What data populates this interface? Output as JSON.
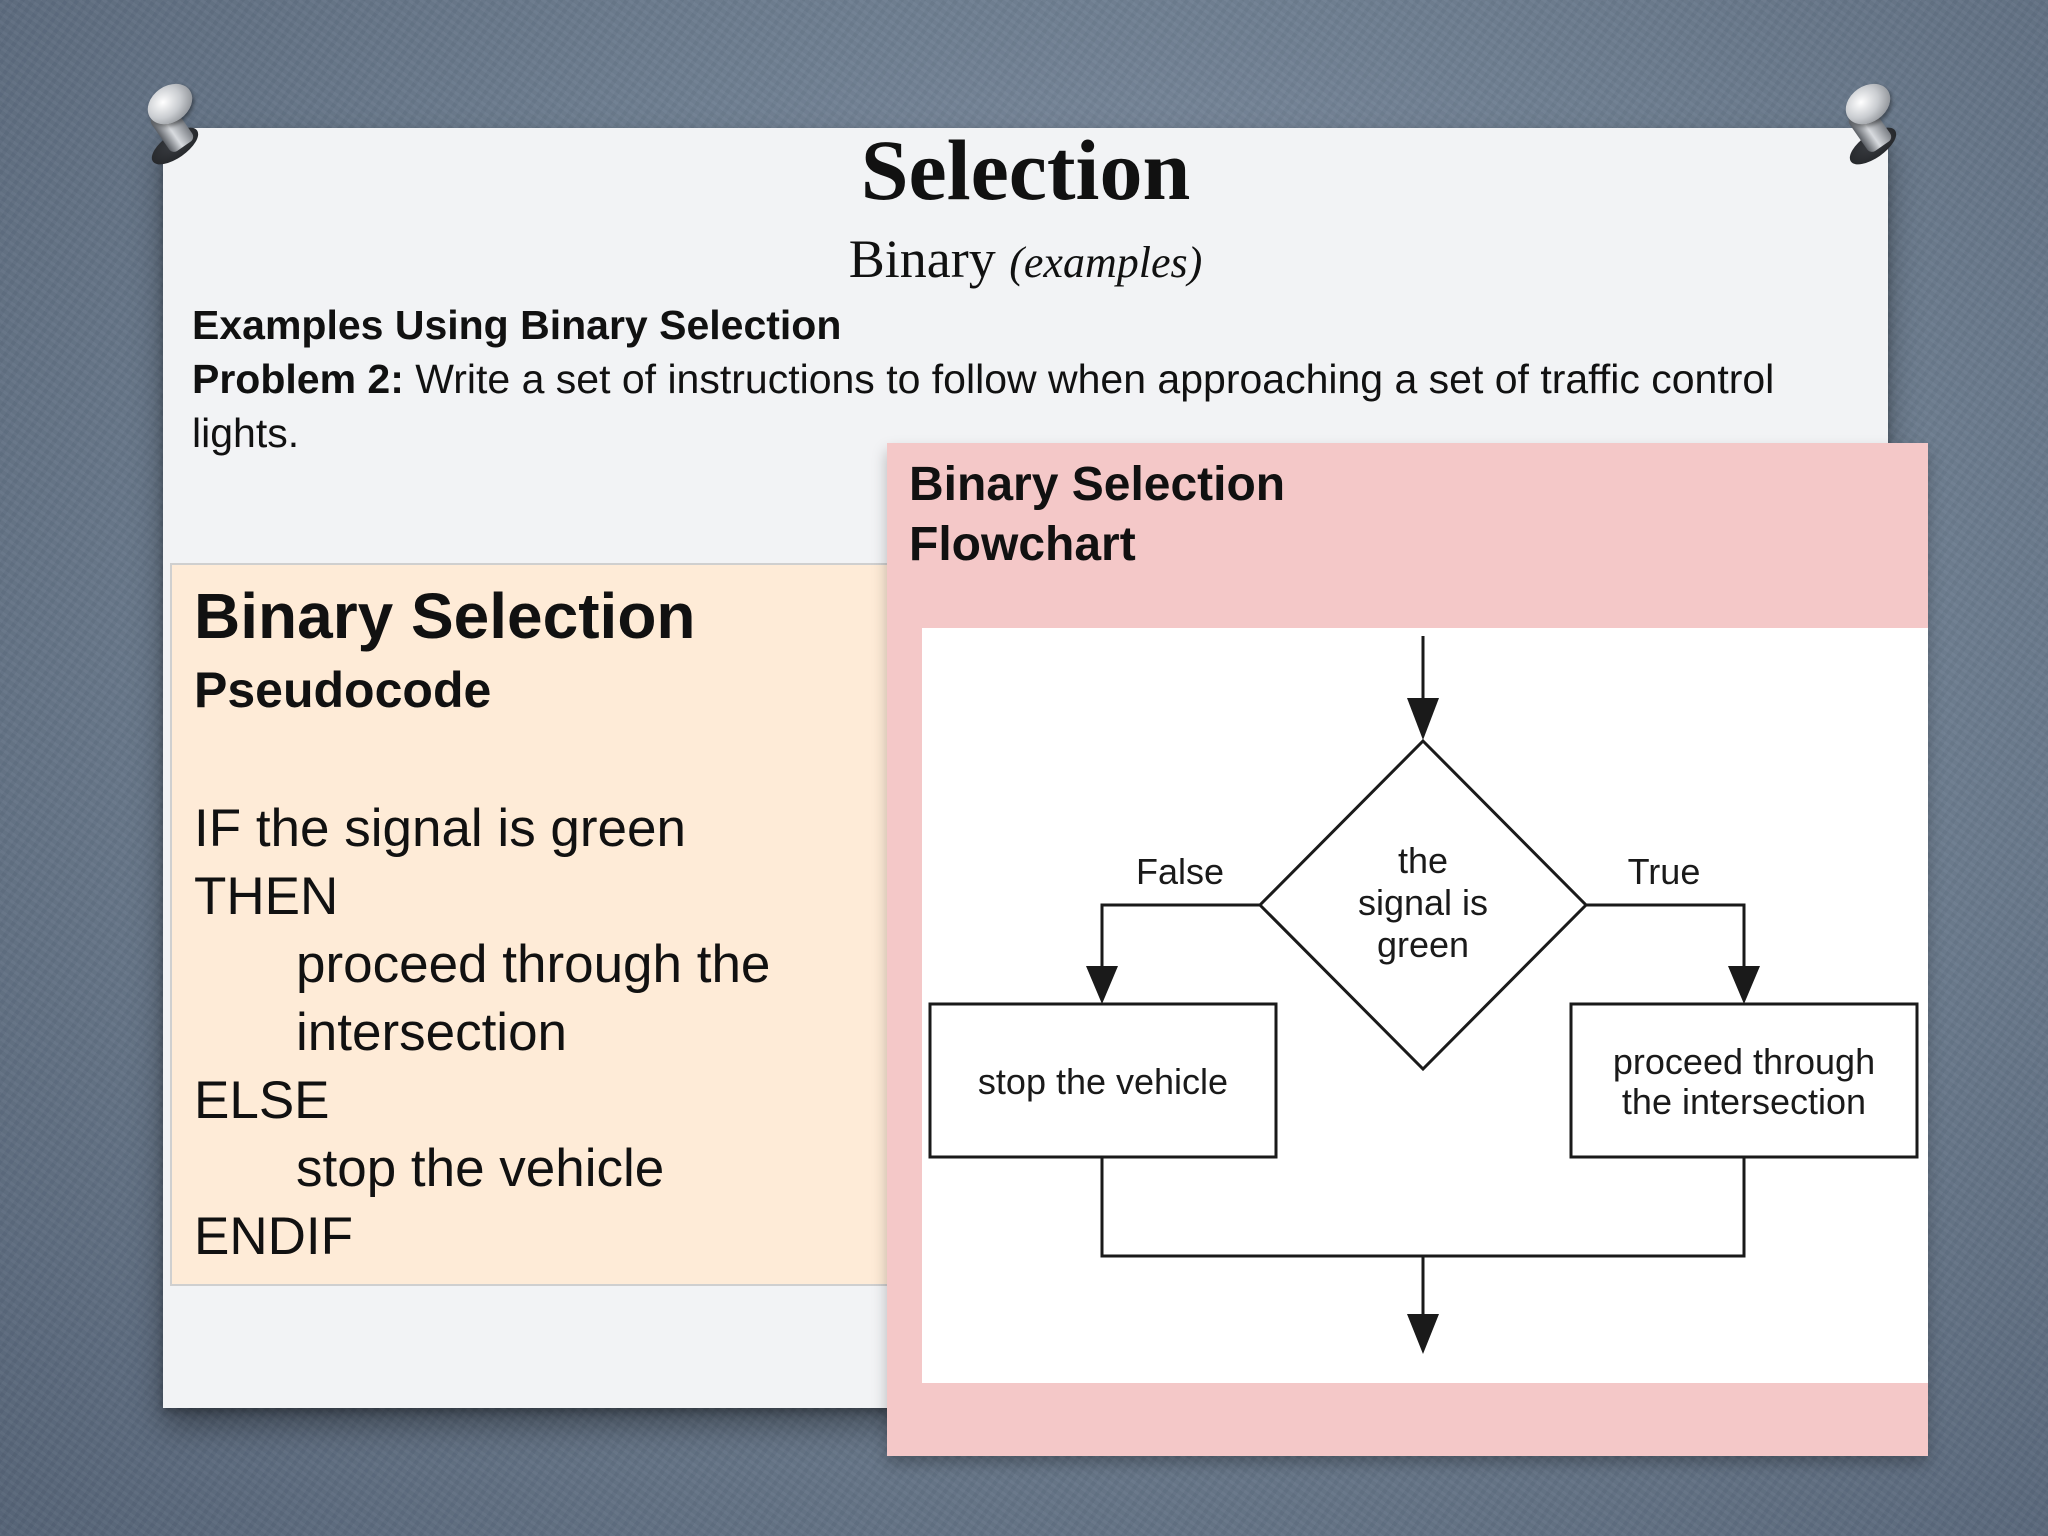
{
  "slide": {
    "title": "Selection",
    "subtitle_main": "Binary",
    "subtitle_italic": "(examples)"
  },
  "intro": {
    "heading": "Examples Using Binary Selection",
    "problem_label": "Problem 2:",
    "problem_text": " Write a set of instructions to follow when approaching a set of traffic control lights."
  },
  "pseudocode": {
    "title": "Binary Selection",
    "subtitle": "Pseudocode",
    "lines": [
      "IF the signal is green",
      "THEN",
      "proceed through the",
      "intersection",
      "ELSE",
      "stop the vehicle",
      "ENDIF"
    ]
  },
  "flowchart": {
    "title_line1": "Binary Selection",
    "title_line2": "Flowchart",
    "decision": [
      "the",
      "signal is",
      "green"
    ],
    "false_label": "False",
    "true_label": "True",
    "false_action": "stop the vehicle",
    "true_action": [
      "proceed through",
      "the intersection"
    ]
  },
  "colors": {
    "background": "#6f7f92",
    "paper": "#f2f3f5",
    "pseudocode_box": "#feebd7",
    "flowchart_box": "#f4c8c8"
  }
}
